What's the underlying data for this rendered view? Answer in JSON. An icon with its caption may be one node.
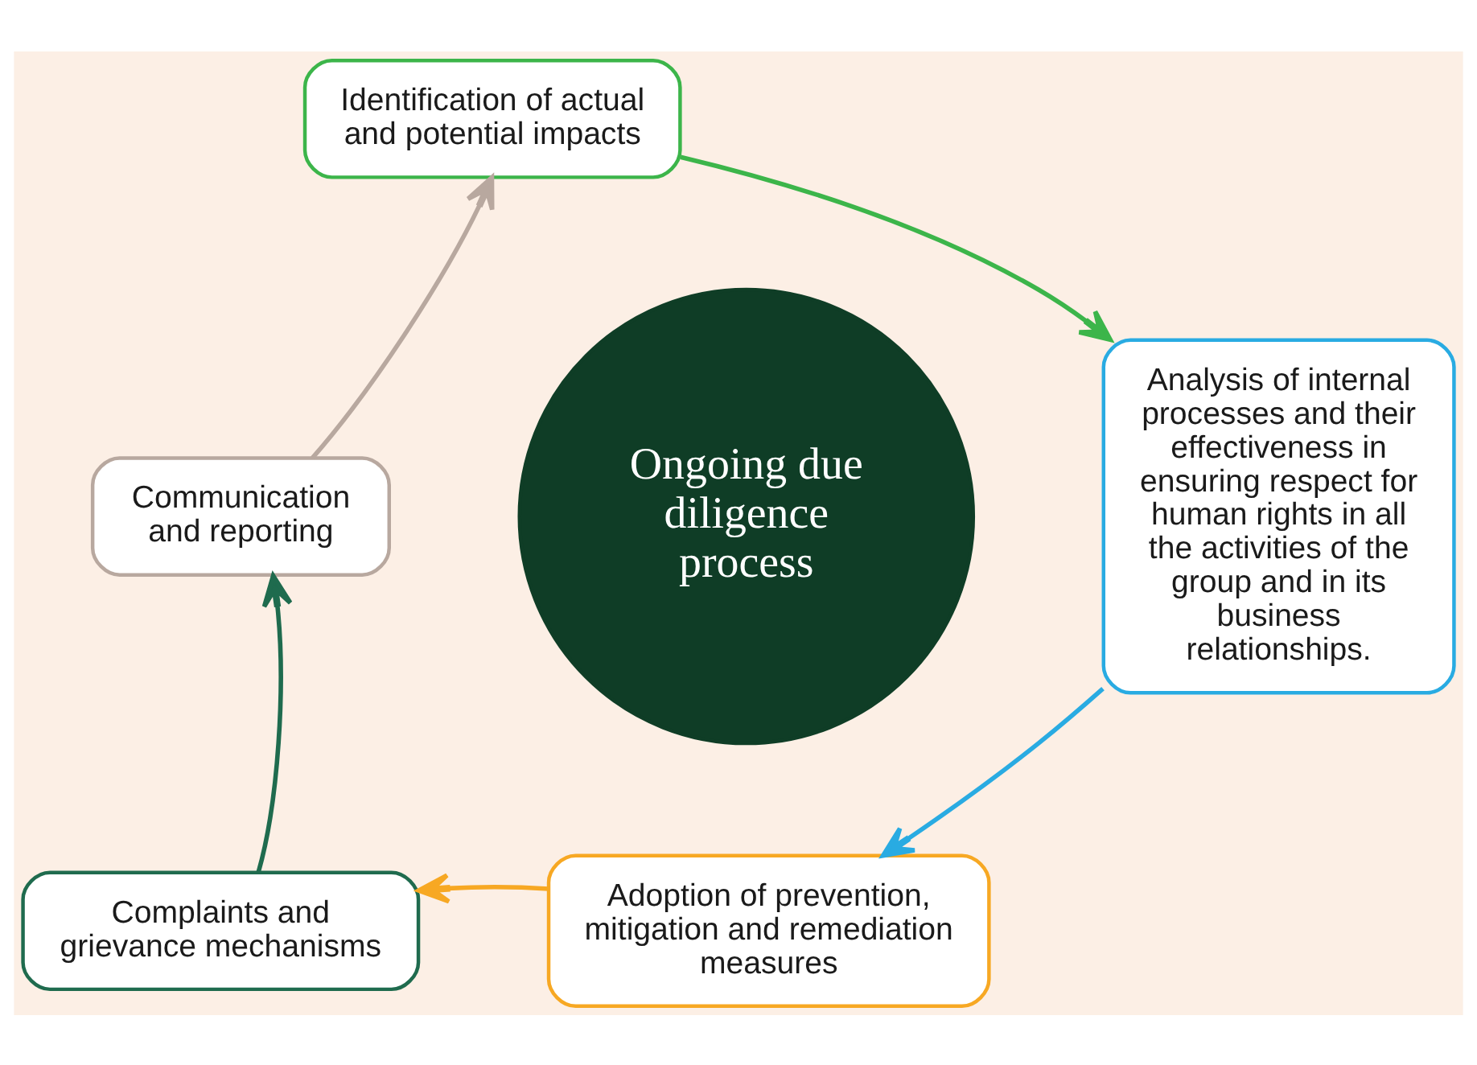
{
  "diagram": {
    "nodes": [
      {
        "text": [
          "Ongoing due diligence process"
        ]
      },
      {
        "text": [
          "Identification of actual and potential impacts"
        ]
      },
      {
        "text": [
          "Analysis of internal processes and their effectiveness in ensuring respect for human rights in all the activities of the group and in its business relationships."
        ]
      },
      {
        "text": [
          "Adoption of prevention, mitigation and remediation measures"
        ]
      },
      {
        "text": [
          "Complaints and grievance mechanisms"
        ]
      },
      {
        "text": [
          "Communication and reporting"
        ]
      }
    ],
    "edges": [
      {
        "from": 1,
        "to": 2,
        "arrow": "to",
        "color": "#3cb54a"
      },
      {
        "from": 2,
        "to": 3,
        "arrow": "to",
        "color": "#29abe2"
      },
      {
        "from": 3,
        "to": 4,
        "arrow": "to",
        "color": "#f7a823"
      },
      {
        "from": 4,
        "to": 5,
        "arrow": "to",
        "color": "#1f6b4e"
      },
      {
        "from": 5,
        "to": 1,
        "arrow": "to",
        "color": "#b8a89f"
      }
    ]
  }
}
